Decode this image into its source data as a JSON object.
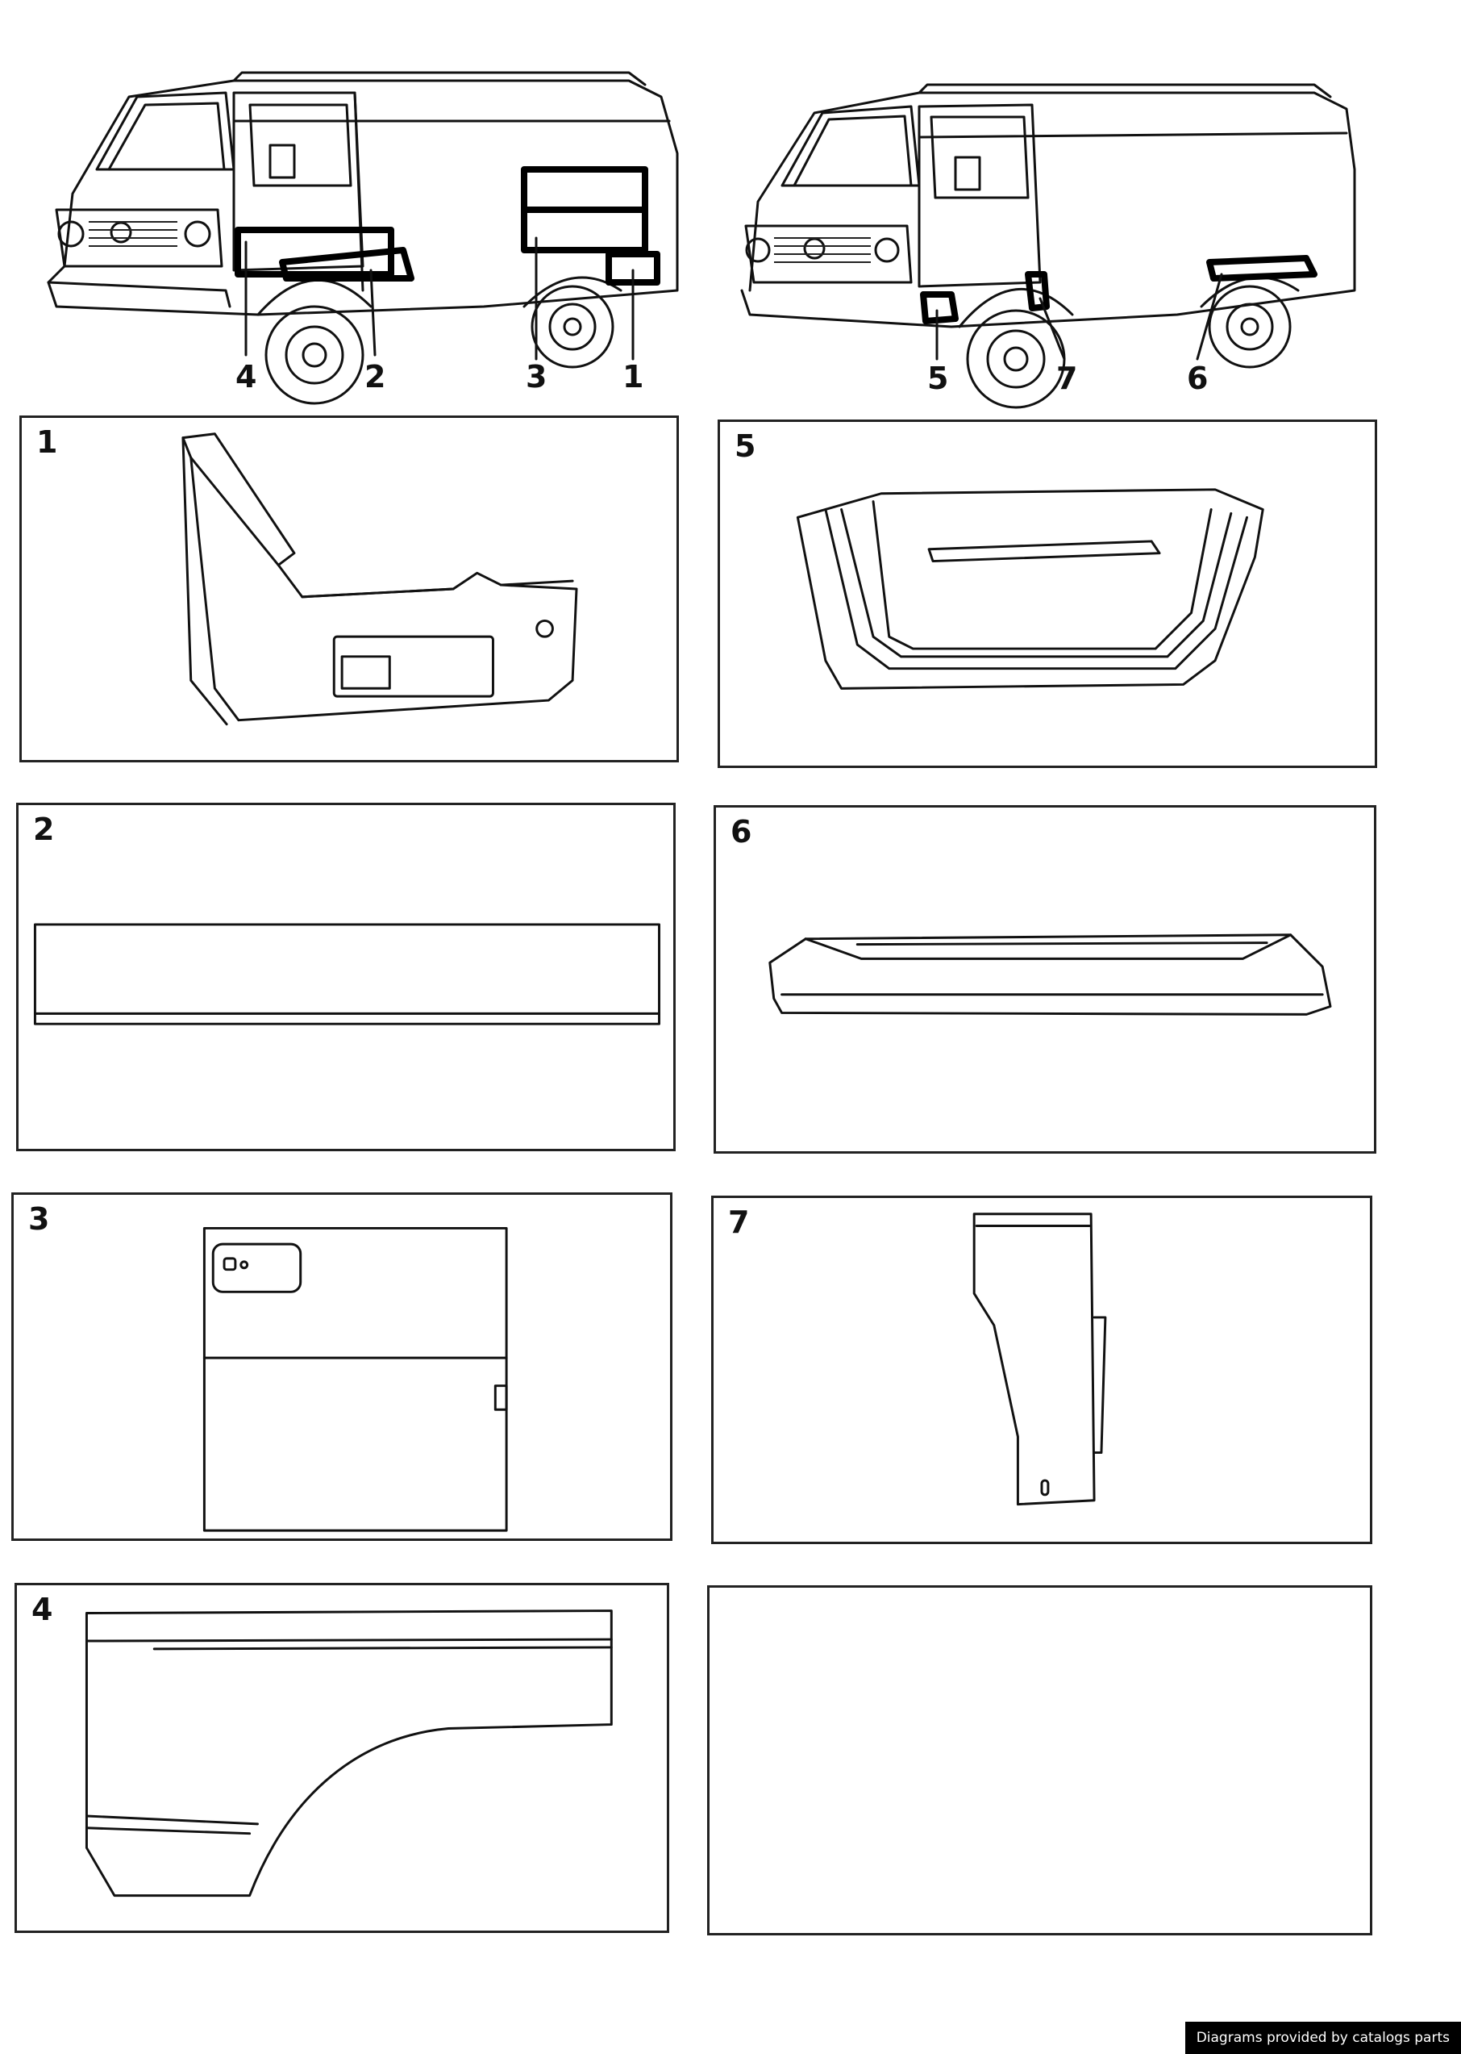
{
  "callouts": {
    "left_van": [
      "4",
      "2",
      "3",
      "1"
    ],
    "right_van": [
      "5",
      "7",
      "6"
    ]
  },
  "panels": [
    {
      "number": "1"
    },
    {
      "number": "5"
    },
    {
      "number": "2"
    },
    {
      "number": "6"
    },
    {
      "number": "3"
    },
    {
      "number": "7"
    },
    {
      "number": "4"
    },
    {
      "number": ""
    }
  ],
  "footer": {
    "text": "Diagrams provided by catalogs parts"
  }
}
